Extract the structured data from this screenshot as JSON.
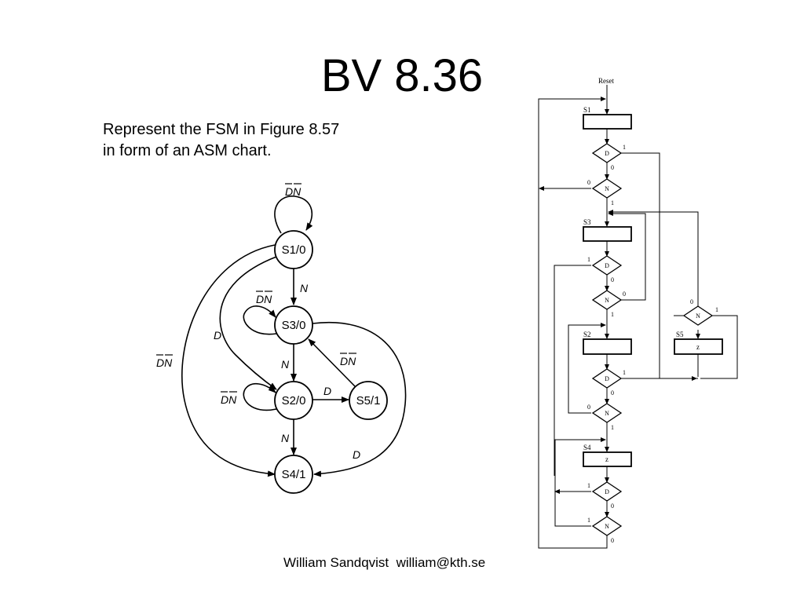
{
  "slide": {
    "title": "BV 8.36",
    "intro_line1": "Represent the FSM in Figure 8.57",
    "intro_line2": "in form of an ASM chart.",
    "footer": "William Sandqvist  william@kth.se"
  },
  "fsm": {
    "states": {
      "s1": "S1/0",
      "s2": "S2/0",
      "s3": "S3/0",
      "s4": "S4/1",
      "s5": "S5/1"
    },
    "labels": {
      "dn": "DN",
      "n": "N",
      "d": "D"
    }
  },
  "asm": {
    "reset": "Reset",
    "state_labels": {
      "s1": "S1",
      "s2": "S2",
      "s3": "S3",
      "s4": "S4",
      "s5": "S5"
    },
    "output": "z",
    "decisions": {
      "d": "D",
      "n": "N"
    },
    "branch": {
      "one": "1",
      "zero": "0"
    }
  }
}
